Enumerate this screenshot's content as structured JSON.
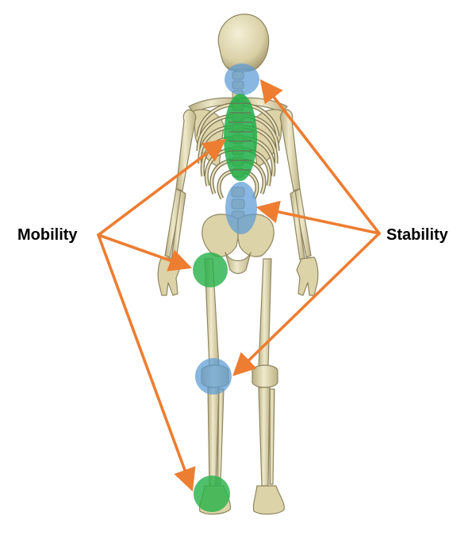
{
  "labels": {
    "mobility": "Mobility",
    "stability": "Stability"
  },
  "colors": {
    "arrow": "#ED7D31",
    "mobility_zone": "#2BB24C",
    "stability_zone": "#5B9BD5",
    "bone": "#E8E1BF",
    "bone_shadow": "#B8AE82",
    "bone_outline": "#8F8660"
  },
  "zones": [
    {
      "name": "cervical-spine",
      "type": "stability"
    },
    {
      "name": "thoracic-spine",
      "type": "mobility"
    },
    {
      "name": "lumbar-spine",
      "type": "stability"
    },
    {
      "name": "hip",
      "type": "mobility"
    },
    {
      "name": "knee",
      "type": "stability"
    },
    {
      "name": "ankle",
      "type": "mobility"
    }
  ]
}
